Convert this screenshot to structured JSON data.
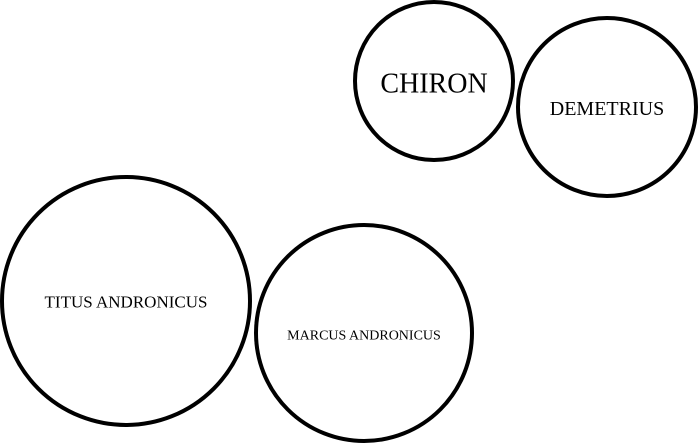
{
  "diagram": {
    "stroke_color": "#000000",
    "fill_color": "#ffffff",
    "nodes": [
      {
        "id": "chiron",
        "label": "CHIRON"
      },
      {
        "id": "demetrius",
        "label": "DEMETRIUS"
      },
      {
        "id": "titus",
        "label": "TITUS ANDRONICUS"
      },
      {
        "id": "marcus",
        "label": "MARCUS ANDRONICUS"
      }
    ]
  }
}
